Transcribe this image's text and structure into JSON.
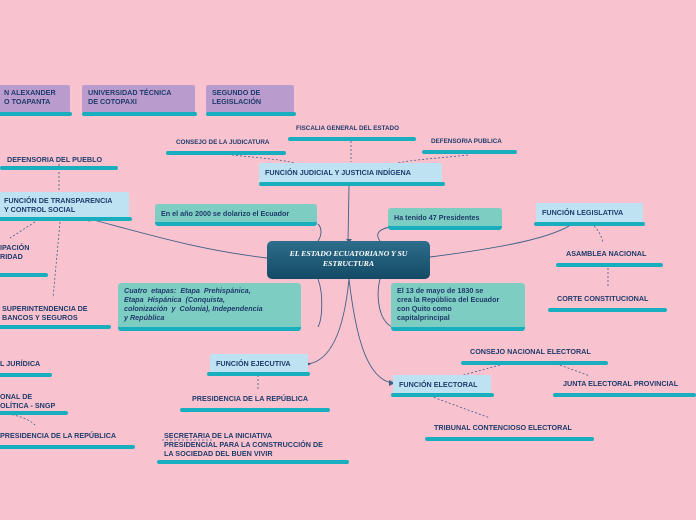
{
  "central": "EL ESTADO ECUATORIANO Y SU ESTRUCTURA",
  "header_boxes": [
    "N ALEXANDER\nO TOAPANTA",
    "UNIVERSIDAD TÉCNICA\nDE COTOPAXI",
    "SEGUNDO DE\nLEGISLACIÓN"
  ],
  "notes": {
    "year_2000": "En el año 2000 se dolarizo el Ecuador",
    "presidents": "Ha tenido 47 Presidentes",
    "etapas": "Cuatro  etapas:  Etapa  Prehispánica,\nEtapa  Hispánica  (Conquista,\ncolonización  y  Colonia), Independencia\ny República",
    "republic": "El 13 de mayo de 1830 se\ncrea la República del Ecuador\ncon Quito como\ncapitalprincipal"
  },
  "judicial": {
    "title": "FUNCIÓN JUDICIAL Y JUSTICIA INDÍGENA",
    "consejo": "CONSEJO DE LA JUDICATURA",
    "fiscalia": "FISCALIA GENERAL DEL ESTADO",
    "defensoria": "DEFENSORIA PUBLICA"
  },
  "transparencia": {
    "title": "FUNCIÓN DE TRANSPARENCIA\nY CONTROL SOCIAL",
    "defensoria_pueblo": "DEFENSORIA DEL PUEBLO",
    "participacion": "IPACIÓN\nRIDAD",
    "superintendencia": "SUPERINTENDENCIA DE\nBANCOS Y SEGUROS"
  },
  "legislativa": {
    "title": "FUNCIÓN LEGISLATIVA",
    "asamblea": "ASAMBLEA NACIONAL",
    "corte": "CORTE CONSTITUCIONAL"
  },
  "ejecutiva": {
    "title": "FUNCIÓN EJECUTIVA",
    "presidencia": "PRESIDENCIA DE LA REPÚBLICA",
    "secretaria": "SECRETARIA DE LA INICIATIVA\nPRESIDENCIAL PARA LA CONSTRUCCIÓN DE\nLA SOCIEDAD DEL BUEN VIVIR",
    "juridica": "L JURÍDICA",
    "sngp": "ONAL DE\nOLÍTICA - SNGP",
    "vicepresidencia": "PRESIDENCIA DE LA REPÚBLICA"
  },
  "electoral": {
    "title": "FUNCIÓN ELECTORAL",
    "consejo": "CONSEJO NACIONAL ELECTORAL",
    "junta": "JUNTA ELECTORAL PROVINCIAL",
    "tribunal": "TRIBUNAL CONTENCIOSO ELECTORAL"
  },
  "colors": {
    "background": "#f8c3cf",
    "underline": "#18aebd",
    "text": "#1f3b6b",
    "line": "#3e5f86"
  }
}
